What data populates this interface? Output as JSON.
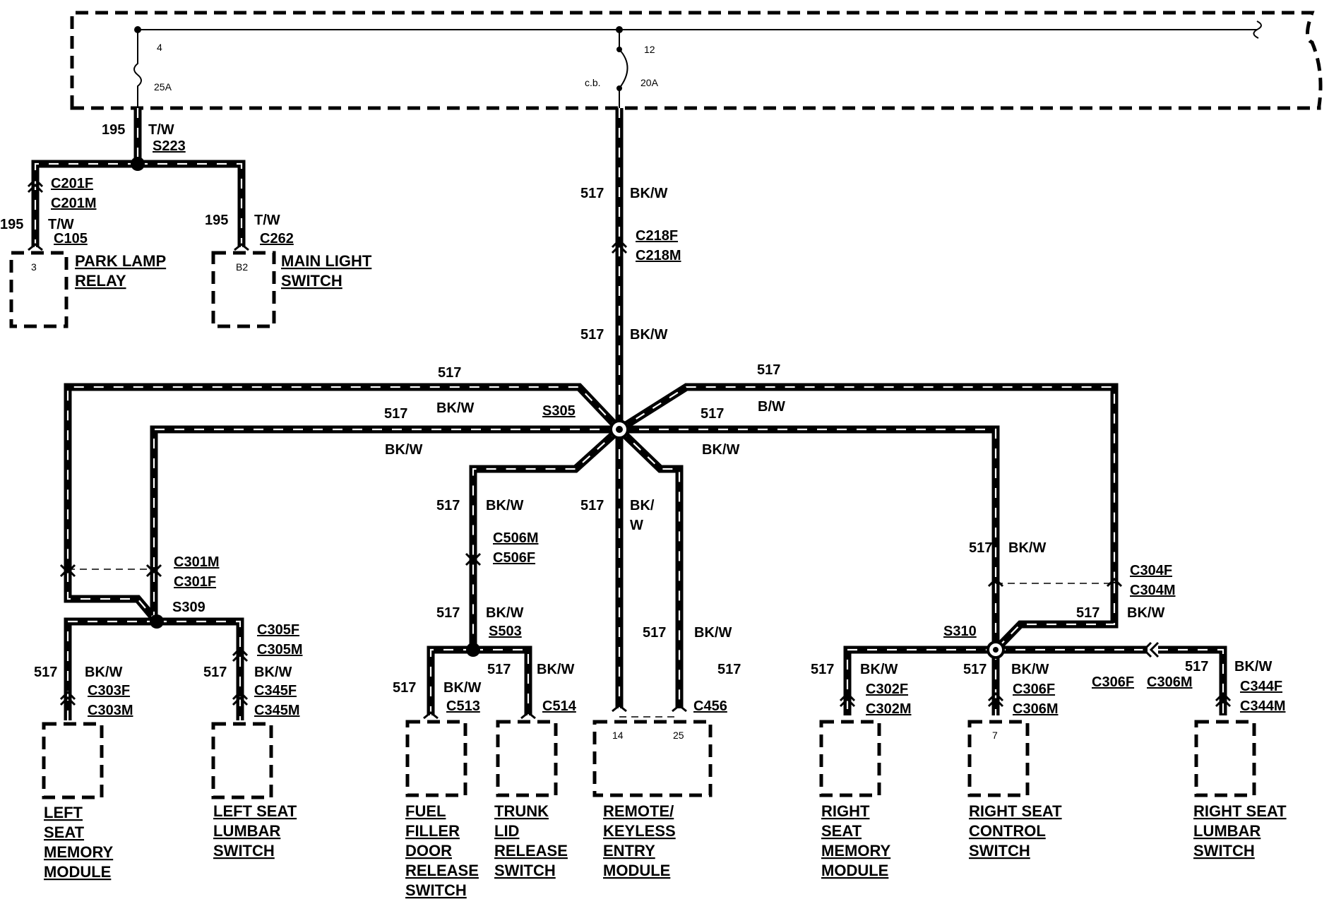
{
  "fuse_box": {
    "fuse4": {
      "number": "4",
      "rating": "25A"
    },
    "cb12": {
      "number": "12",
      "type": "c.b.",
      "rating": "20A"
    }
  },
  "circuits": {
    "c195": "195",
    "c517": "517",
    "tw": "T/W",
    "bkw": "BK/W",
    "bw": "B/W",
    "bk_slash": "BK/",
    "w": "W"
  },
  "splices": {
    "s223": "S223",
    "s305": "S305",
    "s309": "S309",
    "s310": "S310",
    "s503": "S503"
  },
  "connectors": {
    "c201f": "C201F",
    "c201m": "C201M",
    "c105": "C105",
    "c262": "C262",
    "c218f": "C218F",
    "c218m": "C218M",
    "c301m": "C301M",
    "c301f": "C301F",
    "c305f": "C305F",
    "c305m": "C305M",
    "c303f": "C303F",
    "c303m": "C303M",
    "c345f": "C345F",
    "c345m": "C345M",
    "c506m": "C506M",
    "c506f": "C506F",
    "c513": "C513",
    "c514": "C514",
    "c456": "C456",
    "c304f": "C304F",
    "c304m": "C304M",
    "c302f": "C302F",
    "c302m": "C302M",
    "c306f": "C306F",
    "c306m": "C306M",
    "c344f": "C344F",
    "c344m": "C344M"
  },
  "pins": {
    "park_lamp": "3",
    "main_light": "B2",
    "keyless_14": "14",
    "keyless_25": "25",
    "right_seat_ctrl": "7"
  },
  "components": {
    "park_lamp_relay": [
      "PARK LAMP",
      "RELAY"
    ],
    "main_light_switch": [
      "MAIN LIGHT",
      "SWITCH"
    ],
    "left_seat_memory": [
      "LEFT",
      "SEAT",
      "MEMORY",
      "MODULE"
    ],
    "left_seat_lumbar": [
      "LEFT SEAT",
      "LUMBAR",
      "SWITCH"
    ],
    "fuel_filler": [
      "FUEL",
      "FILLER",
      "DOOR",
      "RELEASE",
      "SWITCH"
    ],
    "trunk_lid": [
      "TRUNK",
      "LID",
      "RELEASE",
      "SWITCH"
    ],
    "keyless": [
      "REMOTE/",
      "KEYLESS",
      "ENTRY",
      "MODULE"
    ],
    "right_seat_memory": [
      "RIGHT",
      "SEAT",
      "MEMORY",
      "MODULE"
    ],
    "right_seat_control": [
      "RIGHT SEAT",
      "CONTROL",
      "SWITCH"
    ],
    "right_seat_lumbar": [
      "RIGHT SEAT",
      "LUMBAR",
      "SWITCH"
    ]
  }
}
